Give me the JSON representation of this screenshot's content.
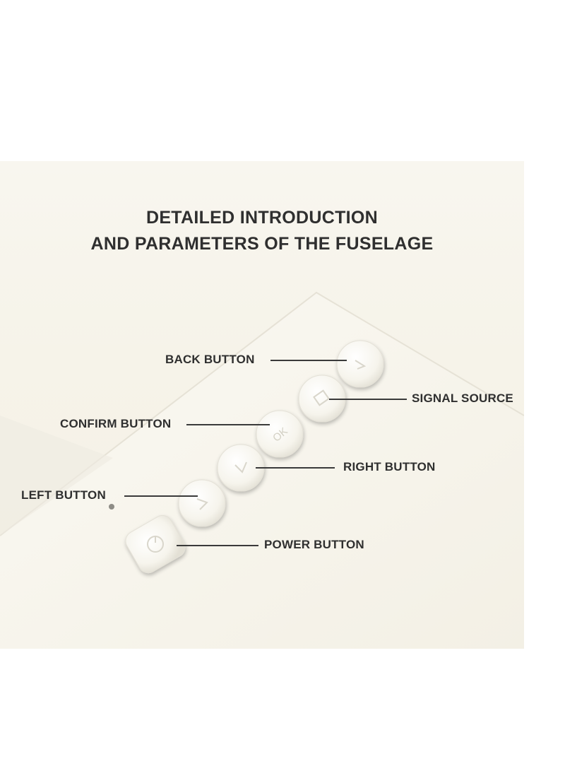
{
  "title": {
    "line1": "DETAILED INTRODUCTION",
    "line2": "AND PARAMETERS OF THE FUSELAGE"
  },
  "callouts": {
    "back": "BACK BUTTON",
    "signal": "SIGNAL SOURCE",
    "confirm": "CONFIRM BUTTON",
    "right": "RIGHT BUTTON",
    "left": "LEFT BUTTON",
    "power": "POWER BUTTON"
  },
  "button_glyphs": {
    "confirm": "OK"
  },
  "colors": {
    "text": "#2f2f2f",
    "background": "#f7f5ee",
    "device_body": "#faf8f1",
    "button": "#fbfaf5"
  }
}
